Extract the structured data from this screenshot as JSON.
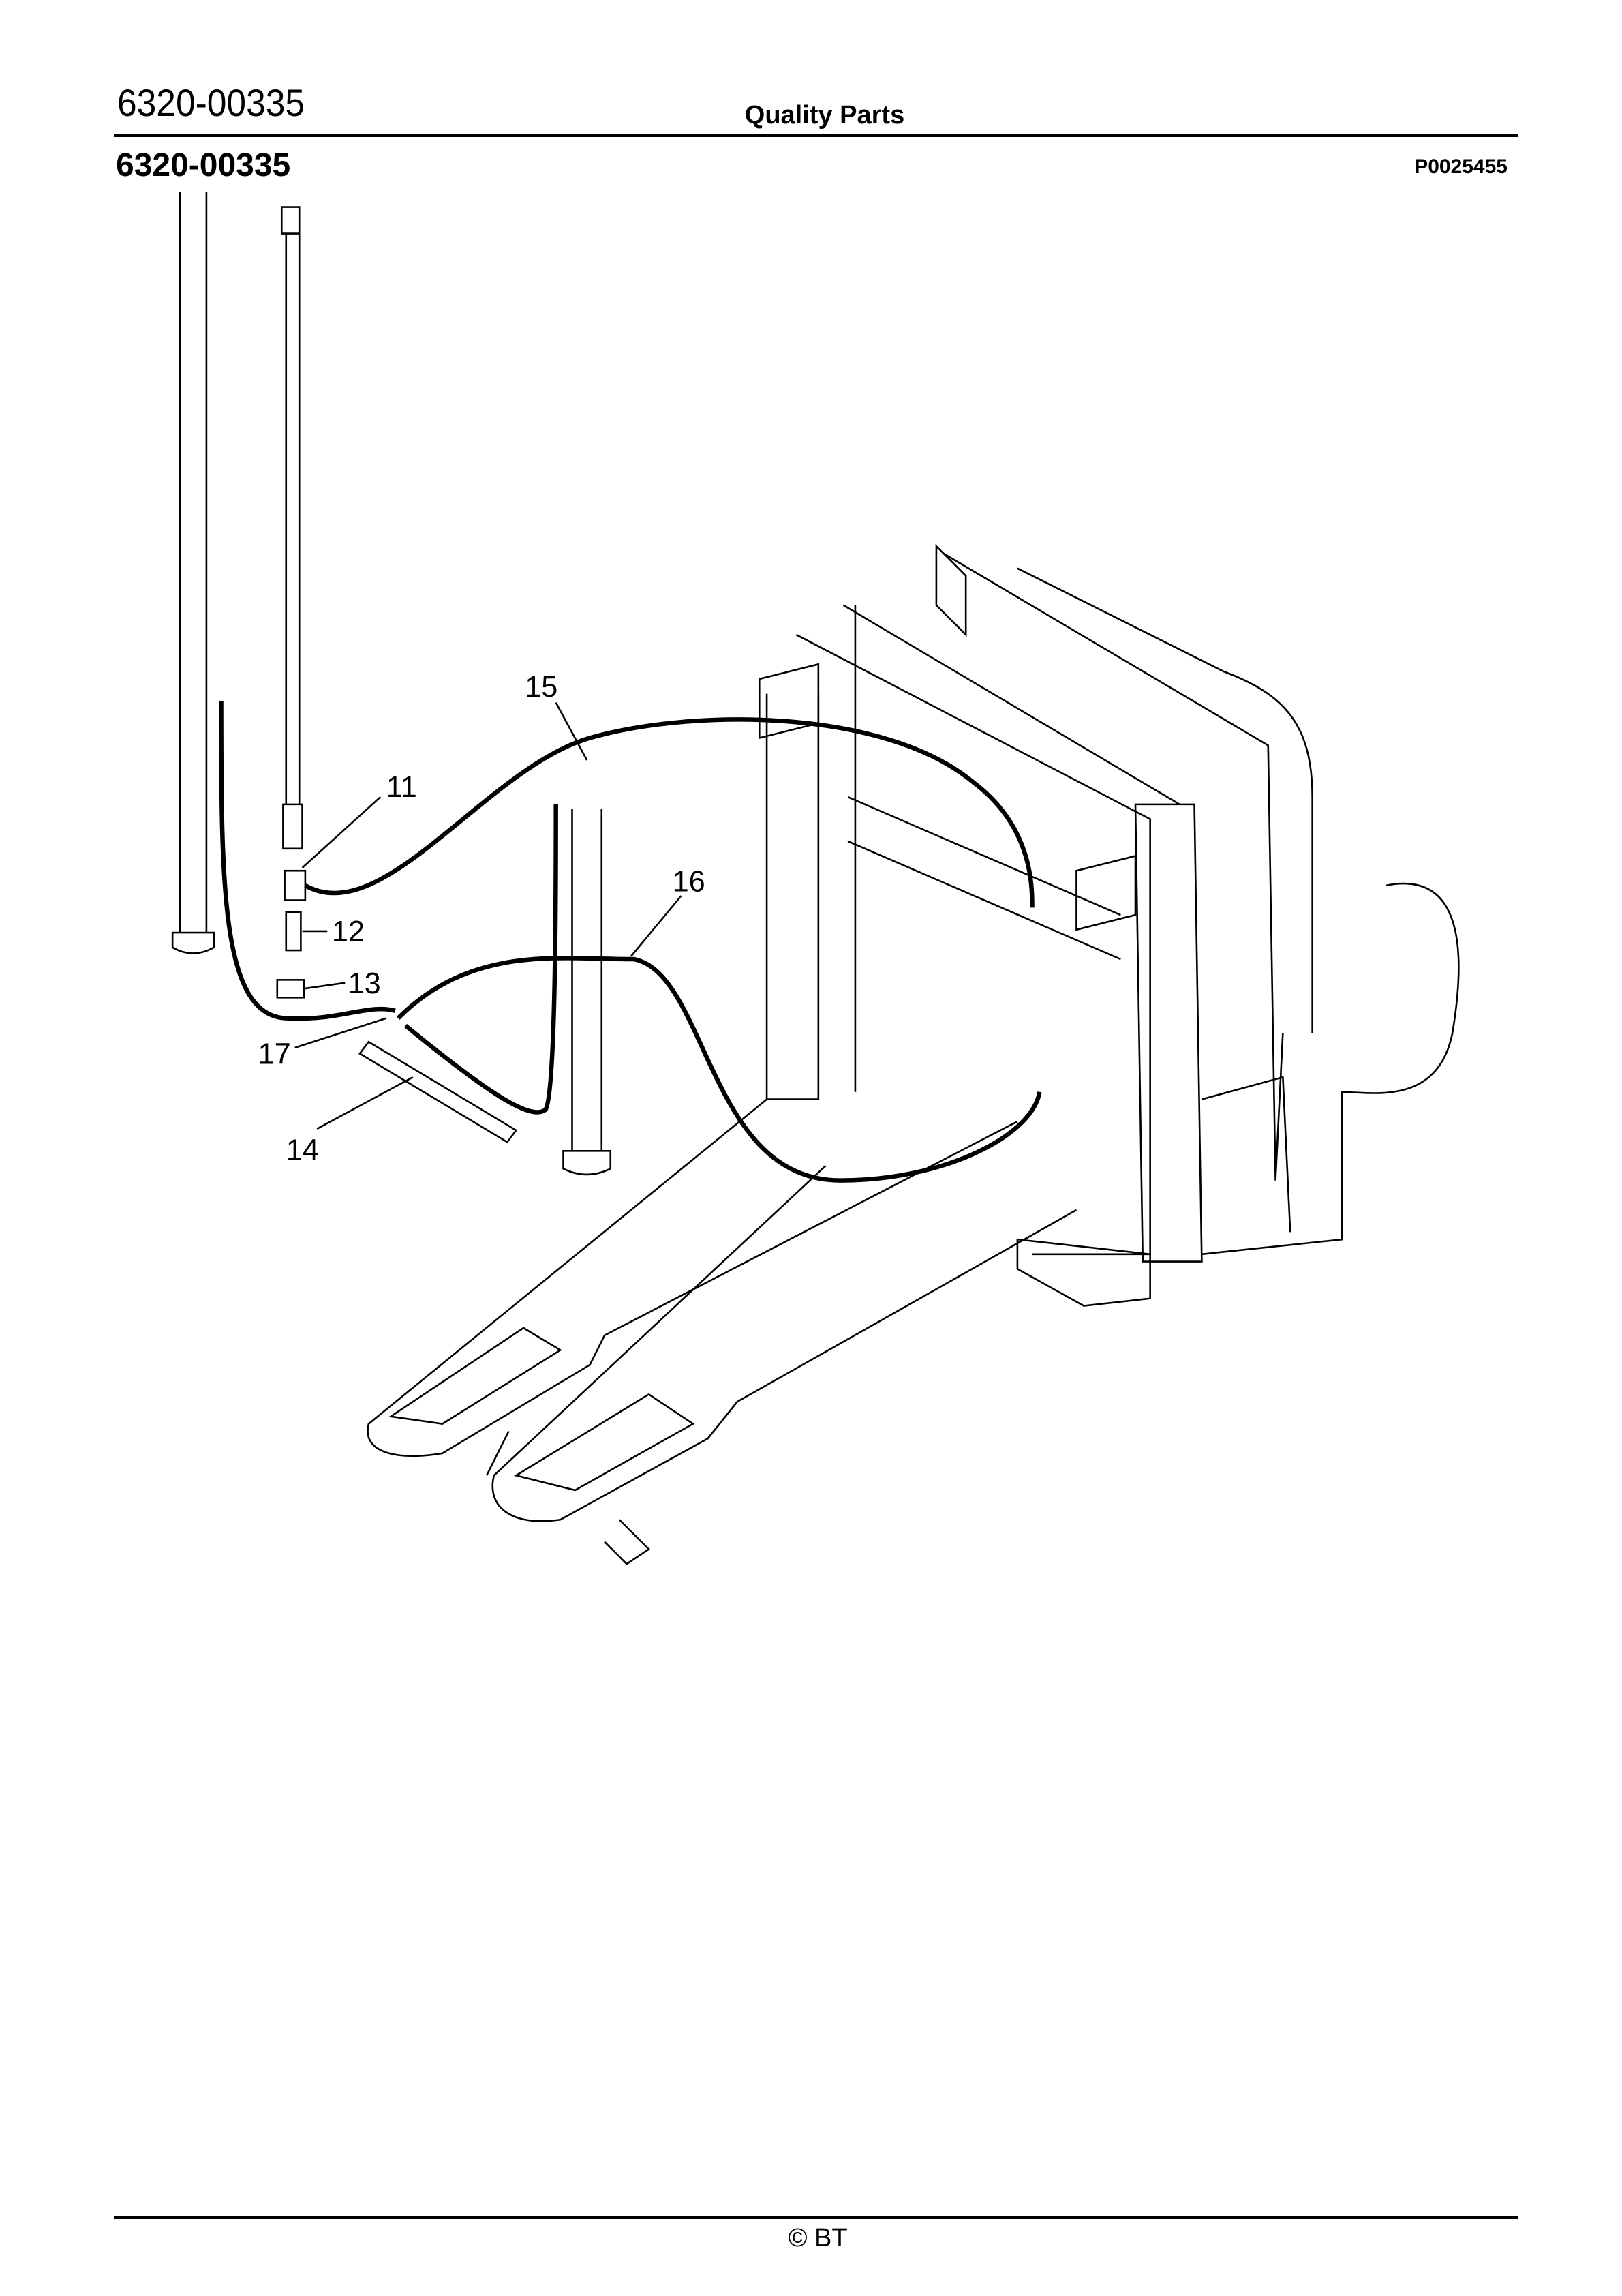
{
  "header": {
    "doc_number": "6320-00335",
    "title": "Quality Parts"
  },
  "section": {
    "number": "6320-00335",
    "drawing_id": "P0025455"
  },
  "callouts": [
    {
      "label": "11"
    },
    {
      "label": "12"
    },
    {
      "label": "13"
    },
    {
      "label": "14"
    },
    {
      "label": "15"
    },
    {
      "label": "16"
    },
    {
      "label": "17"
    }
  ],
  "footer": {
    "copyright": "© BT"
  }
}
